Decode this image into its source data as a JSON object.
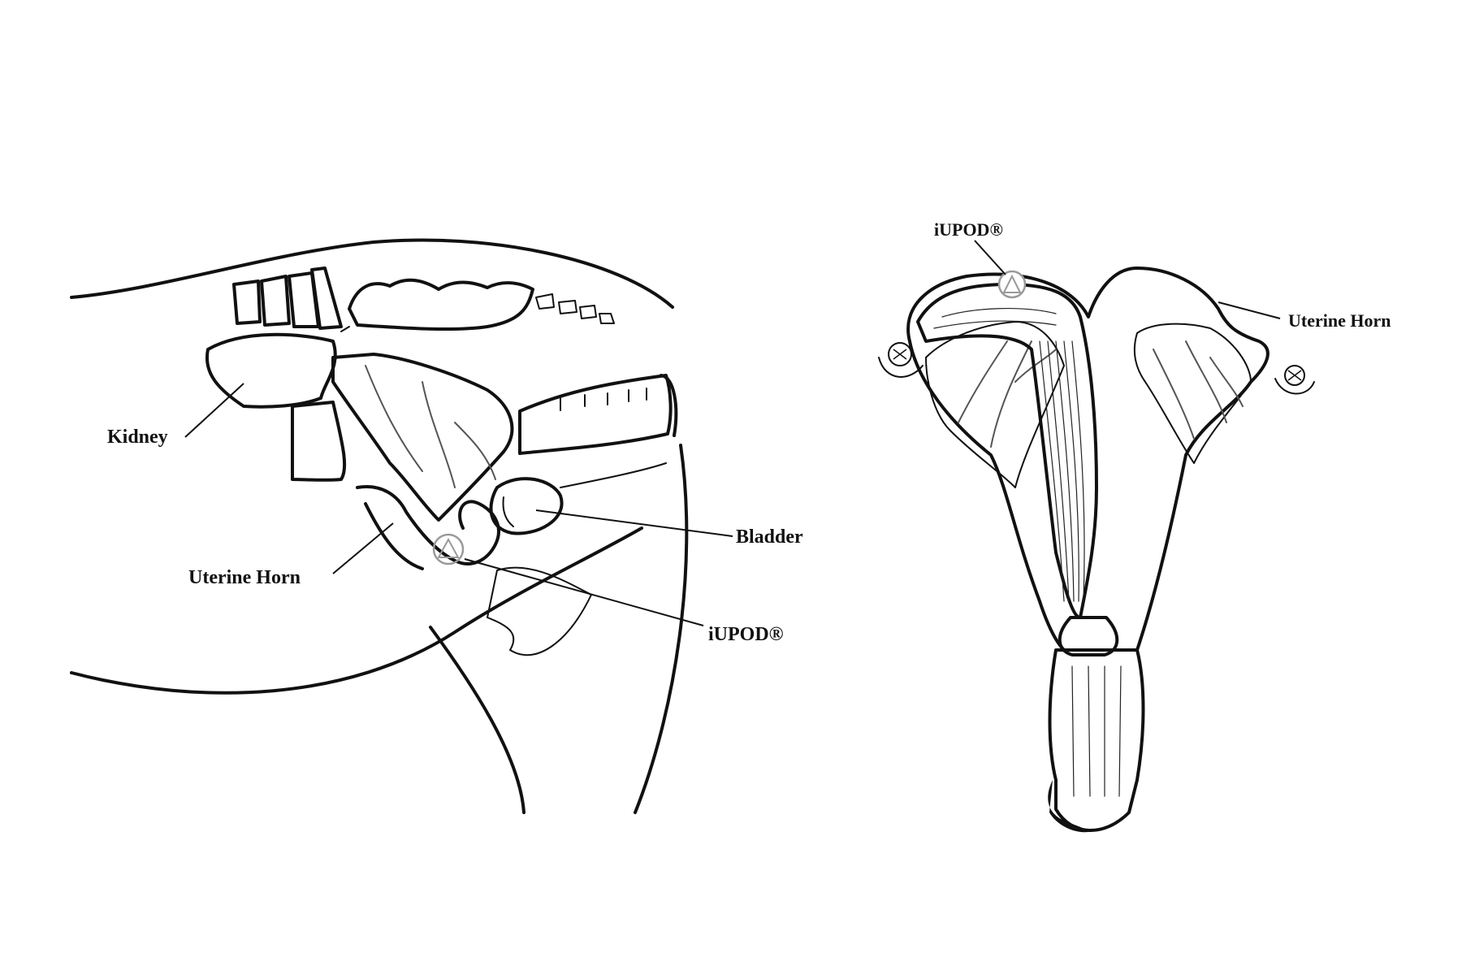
{
  "labels": {
    "left_kidney": "Kidney",
    "left_bladder": "Bladder",
    "left_uterine_horn": "Uterine Horn",
    "left_iupod": "iUPOD®",
    "right_iupod": "iUPOD®",
    "right_uterine_horn": "Uterine Horn"
  },
  "colors": {
    "ink": "#111111",
    "background": "#ffffff",
    "device": "#9a9a9a"
  }
}
